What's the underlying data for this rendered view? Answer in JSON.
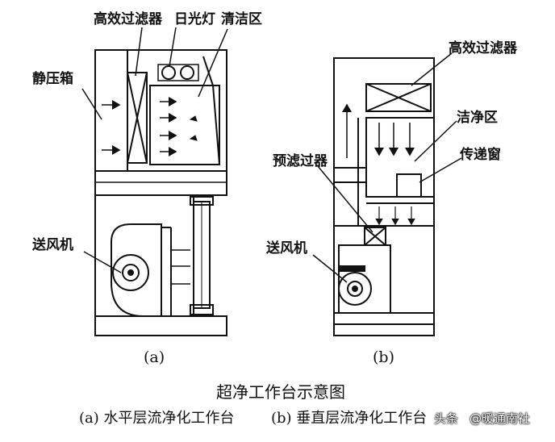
{
  "diagram_a": {
    "labels": {
      "hepa_filter": "高效过滤器",
      "daylight_lamp": "日光灯",
      "clean_zone": "清洁区",
      "plenum_box": "静压箱",
      "blower": "送风机"
    },
    "caption": "(a)"
  },
  "diagram_b": {
    "labels": {
      "hepa_filter": "高效过滤器",
      "clean_zone": "洁净区",
      "pass_window": "传递窗",
      "pre_filter": "预滤过器",
      "blower": "送风机"
    },
    "caption": "(b)"
  },
  "figure": {
    "title": "超净工作台示意图",
    "caption_a": "(a) 水平层流净化工作台",
    "caption_b": "(b) 垂直层流净化工作台"
  },
  "watermark": {
    "platform": "头条",
    "handle": "@暖通南社"
  }
}
